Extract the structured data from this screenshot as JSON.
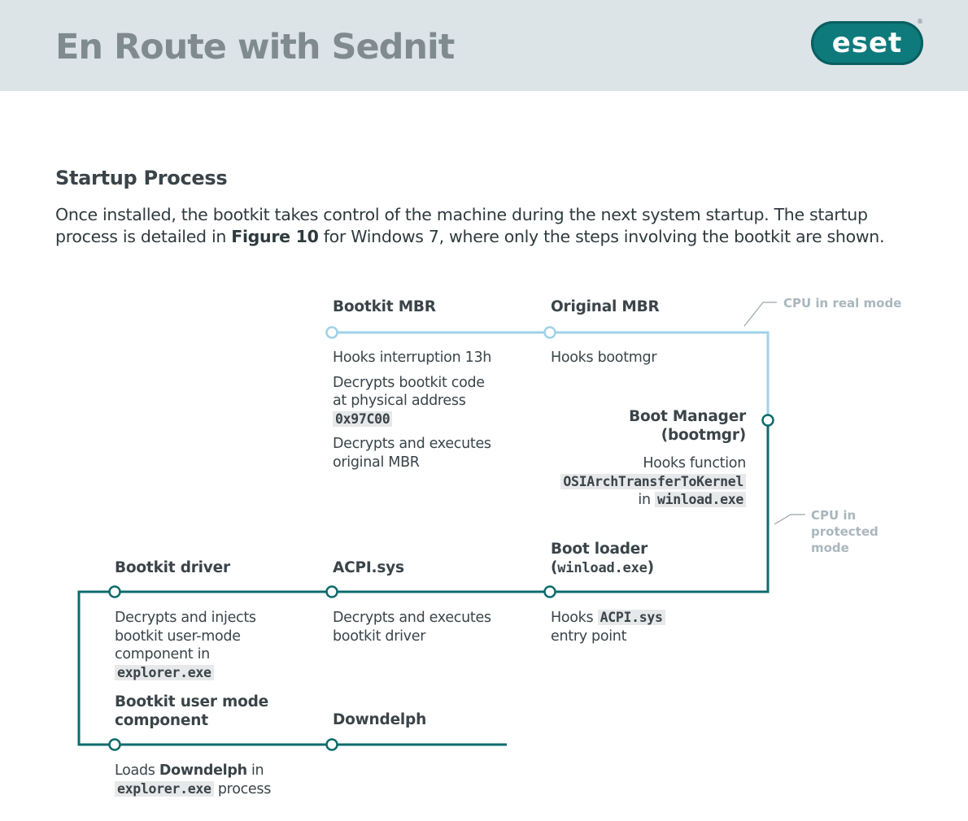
{
  "header": {
    "title": "En Route with Sednit",
    "logo_text": "eset",
    "logo_reg": "®",
    "logo_color": "#0e7a7c",
    "background_color": "#dde4e8"
  },
  "section": {
    "title": "Startup Process",
    "intro_before": "Once installed, the bootkit takes control of the machine during the next system startup. The startup process is detailed in ",
    "intro_bold": "Figure 10",
    "intro_after": " for Windows 7, where only the steps involving the bootkit are shown."
  },
  "diagram": {
    "real_mode_color": "#9fd2e8",
    "protected_mode_color": "#0e6b6c",
    "modes": {
      "real": "CPU in real mode",
      "protected_l1": "CPU in",
      "protected_l2": "protected",
      "protected_l3": "mode"
    },
    "bootkit_mbr": {
      "label": "Bootkit MBR",
      "step1": "Hooks interruption 13h",
      "step2_l1": "Decrypts bootkit code",
      "step2_l2": "at physical address",
      "step2_code": "0x97C00",
      "step3_l1": "Decrypts and executes",
      "step3_l2": "original MBR"
    },
    "original_mbr": {
      "label": "Original MBR",
      "step1": "Hooks bootmgr"
    },
    "boot_manager": {
      "label_l1": "Boot Manager",
      "label_l2": "(bootmgr)",
      "step_l1": "Hooks function",
      "step_code": "OSIArchTransferToKernel",
      "step_in": "in",
      "step_code2": "winload.exe"
    },
    "boot_loader": {
      "label_l1": "Boot loader",
      "label_paren_open": "(",
      "label_code": "winload.exe",
      "label_paren_close": ")",
      "step_hooks": "Hooks",
      "step_code": "ACPI.sys",
      "step_l2": "entry point"
    },
    "acpi": {
      "label": "ACPI.sys",
      "step_l1": "Decrypts and executes",
      "step_l2": "bootkit driver"
    },
    "bootkit_driver": {
      "label": "Bootkit driver",
      "step_l1": "Decrypts and injects",
      "step_l2": "bootkit user-mode",
      "step_l3": "component in",
      "step_code": "explorer.exe"
    },
    "bootkit_user_mode": {
      "label_l1": "Bootkit user mode",
      "label_l2": "component",
      "step_loads": "Loads",
      "step_bold": "Downdelph",
      "step_in": "in",
      "step_code": "explorer.exe",
      "step_process": "process"
    },
    "downdelph": {
      "label": "Downdelph"
    }
  }
}
